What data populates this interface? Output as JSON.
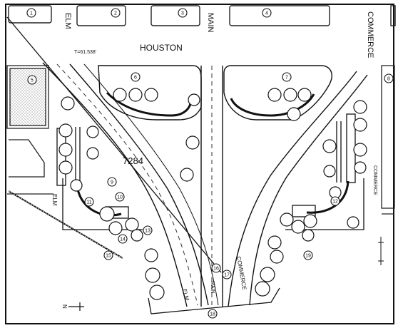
{
  "map": {
    "streets": {
      "elm_top": "ELM",
      "houston": "HOUSTON",
      "main_top": "MAIN",
      "commerce_right": "COMMERCE",
      "elm_left": "ELM",
      "commerce_inner": "COMMERCE",
      "elm_road": "ELM",
      "main_road": "MAIN",
      "commerce_road": "COMMERCE"
    },
    "annotations": {
      "measure": "T=61.538'",
      "sheet_number": "7284",
      "north_arrow": "N"
    },
    "parcel_numbers": [
      "1",
      "2",
      "3",
      "4",
      "5",
      "6",
      "7",
      "8",
      "9",
      "10",
      "11",
      "12",
      "13",
      "14",
      "15",
      "16",
      "17",
      "18",
      "19"
    ]
  }
}
